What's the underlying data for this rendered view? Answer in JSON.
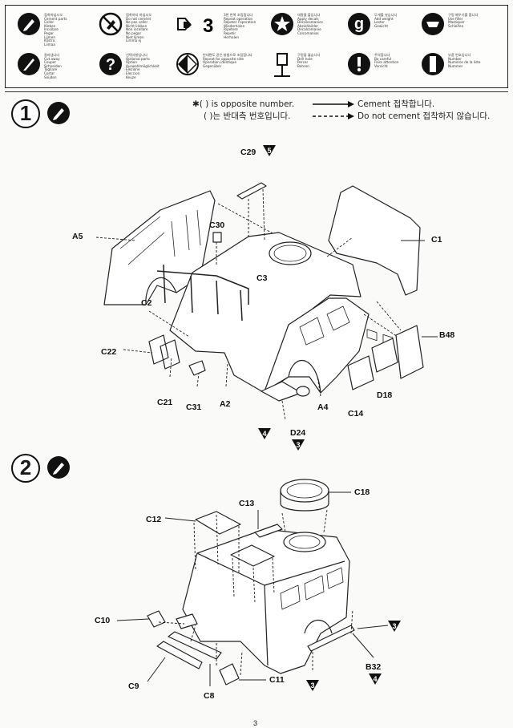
{
  "legend": {
    "items": [
      {
        "icon": "cement-icon",
        "text": "접착하십시오\nCement parts\nColler\nKleben\nIncollare\nPegar\nLijmen\nKlistra\nLiimaa"
      },
      {
        "icon": "do-not-cement-icon",
        "text": "접착하지 마십시오\nDo not cement\nNe pas coller\nNicht kleben\nNon incollare\nNo pegar\nNiet lijmen\nLimma ej"
      },
      {
        "icon": "repeat-operation-icon",
        "label": "3",
        "text": "3번 반복 조립합니다\nRepeat operation\nRepeter l'operation\nWiederholen\nRipetere\nRepetir\nHerhalen"
      },
      {
        "icon": "decal-star-icon",
        "text": "데칼을 붙입니다\nApply decals\nDecalcomanies\nAbziehbilder\nDecalcomanie\nCalcomanias"
      },
      {
        "icon": "weight-icon",
        "label": "g",
        "text": "무게를 넣습니다\nAdd weight\nLester\nGewicht"
      },
      {
        "icon": "use-filler-icon",
        "text": "구멍 메우기를 합니다\nUse filler\nMastiquer\nSchleifen"
      },
      {
        "icon": "cut-away-icon",
        "text": "잘라냅니다\nCut away\nCouper\nSchneiden\nTagliare\nCortar\nSnijden"
      },
      {
        "icon": "optional-parts-icon",
        "text": "선택사항입니다\nOptional parts\nOption\nAuswahlmöglichkeit\nElezione\nEleccion\nKeuze"
      },
      {
        "icon": "opposite-side-icon",
        "text": "반대편도 같은 방법으로 조립합니다\nRepeat for opposite side\nOperation identique\nGegenüber"
      },
      {
        "icon": "drill-hole-icon",
        "text": "구멍을 뚫습니다\nDrill hole\nPercer\nBohren"
      },
      {
        "icon": "be-careful-icon",
        "text": "주의합니다\nBe careful\nFaire attention\nVorsicht"
      },
      {
        "icon": "painting-scheme-icon",
        "text": "부품 번호입니다\nNumber\nNumeros de la liste\nNummer"
      }
    ]
  },
  "notes": {
    "opposite_number": "✱(  ) is opposite number.",
    "opposite_number_ko": "(  )는 반대측 번호입니다.",
    "cement": "Cement 접착합니다.",
    "do_not_cement": "Do not cement 접착하지 않습니다."
  },
  "step1": {
    "number": "1",
    "labels": {
      "A5": "A5",
      "C29": "C29",
      "C30": "C30",
      "C1": "C1",
      "C2": "C2",
      "C3": "C3",
      "C22": "C22",
      "B48": "B48",
      "C21": "C21",
      "C31": "C31",
      "A2": "A2",
      "A4": "A4",
      "C14": "C14",
      "D18": "D18",
      "D24": "D24"
    },
    "badges": {
      "c29": "5",
      "left_bottom": "4",
      "d24": "3"
    }
  },
  "step2": {
    "number": "2",
    "labels": {
      "C18": "C18",
      "C12": "C12",
      "C13": "C13",
      "C10": "C10",
      "C9": "C9",
      "C8": "C8",
      "C11": "C11",
      "B32": "B32"
    },
    "badges": {
      "right": "3",
      "b32": "4",
      "bottom": "3"
    }
  },
  "page_number": "3"
}
